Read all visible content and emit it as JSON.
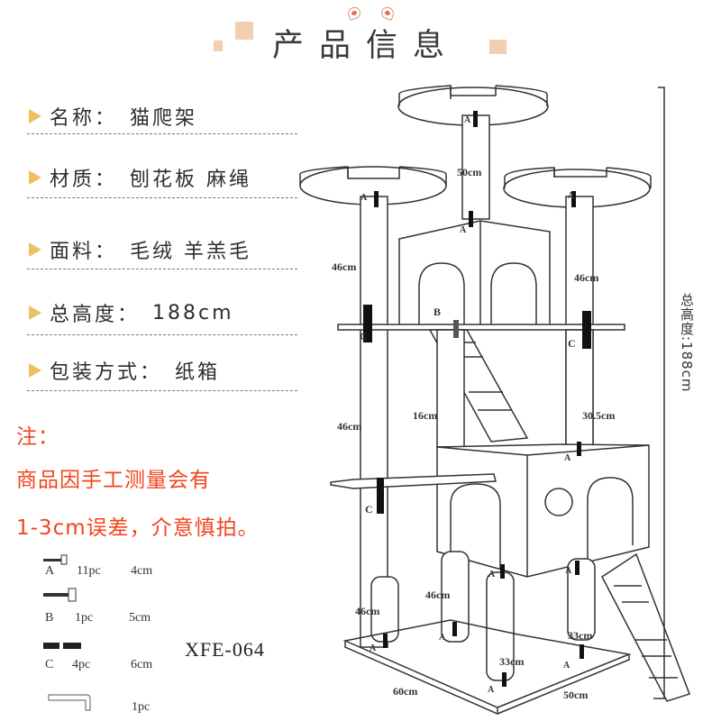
{
  "header": {
    "title": "产品信息",
    "colors": {
      "square": "#f2cfb0",
      "ear": "#e36f4e"
    }
  },
  "specs": [
    {
      "label": "名称：",
      "value": "猫爬架"
    },
    {
      "label": "材质：",
      "value": "刨花板 麻绳"
    },
    {
      "label": "面料：",
      "value": "毛绒 羊羔毛"
    },
    {
      "label": "总高度：",
      "value": "188cm"
    },
    {
      "label": "包装方式：",
      "value": "纸箱"
    }
  ],
  "note": {
    "title": "注：",
    "line1": "商品因手工测量会有",
    "line2": "1-3cm误差，介意慎拍。",
    "color": "#f2441d"
  },
  "parts": [
    {
      "id": "A",
      "qty": "11pc",
      "size": "4cm",
      "icon": "screw-a-icon"
    },
    {
      "id": "B",
      "qty": "1pc",
      "size": "5cm",
      "icon": "screw-b-icon"
    },
    {
      "id": "C",
      "qty": "4pc",
      "size": "6cm",
      "icon": "connector-c-icon"
    },
    {
      "id": "",
      "qty": "1pc",
      "size": "",
      "icon": "allen-wrench-icon"
    }
  ],
  "model": "XFE-064",
  "diagram": {
    "total_height_label": "总高度:188cm",
    "dimensions": {
      "top_post": "50cm",
      "upper_left_post": "46cm",
      "upper_right_post": "46cm",
      "mid_left_post": "46cm",
      "mid_center_post": "16cm",
      "mid_right_post": "30.5cm",
      "lower_left_post": "46cm",
      "lower_center_post": "46cm",
      "front_post": "33cm",
      "right_post": "33cm",
      "base_width": "60cm",
      "base_depth": "50cm"
    },
    "markers": {
      "a": "A",
      "b": "B",
      "c": "C"
    }
  }
}
